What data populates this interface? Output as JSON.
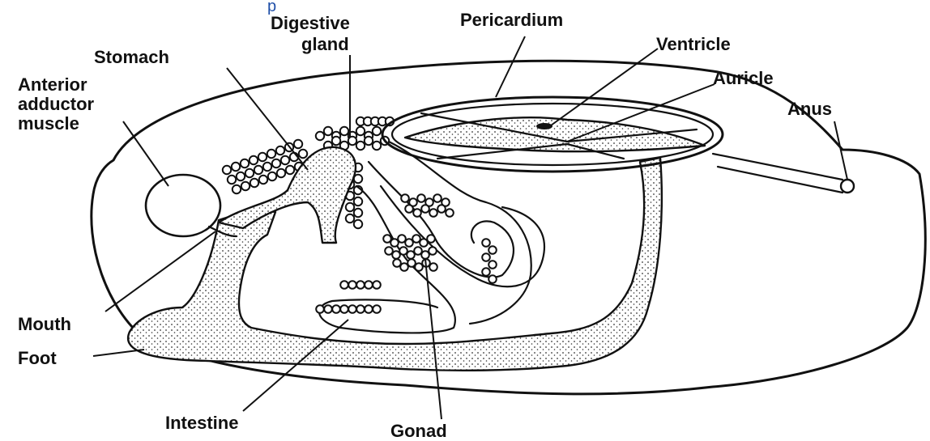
{
  "header_fragment": "p",
  "labels": {
    "digestive_gland": [
      "Digestive",
      "gland"
    ],
    "pericardium": "Pericardium",
    "stomach": "Stomach",
    "ventricle": "Ventricle",
    "auricle": "Auricle",
    "anterior_adductor_muscle": [
      "Anterior",
      "adductor",
      "muscle"
    ],
    "anus": "Anus",
    "mouth": "Mouth",
    "foot": "Foot",
    "intestine": "Intestine",
    "gonad": "Gonad"
  }
}
